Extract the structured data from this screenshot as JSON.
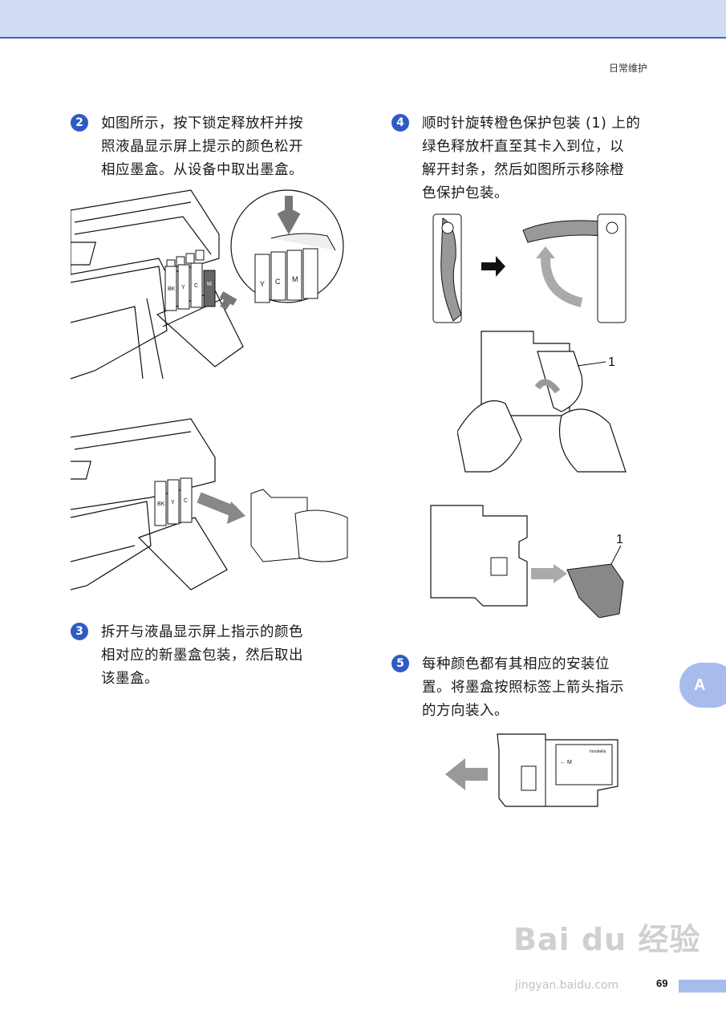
{
  "header": {
    "section_title": "日常维护"
  },
  "steps": [
    {
      "number": "2",
      "lines": [
        "如图所示，按下锁定释放杆并按",
        "照液晶显示屏上提示的颜色松开",
        "相应墨盒。从设备中取出墨盒。"
      ]
    },
    {
      "number": "3",
      "lines": [
        "拆开与液晶显示屏上指示的颜色",
        "相对应的新墨盒包装，然后取出",
        "该墨盒。"
      ]
    },
    {
      "number": "4",
      "lines": [
        "顺时针旋转橙色保护包装 (1) 上的",
        "绿色释放杆直至其卡入到位，以",
        "解开封条，然后如图所示移除橙",
        "色保护包装。"
      ]
    },
    {
      "number": "5",
      "lines": [
        "每种颜色都有其相应的安装位",
        "置。将墨盒按照标签上箭头指示",
        "的方向装入。"
      ]
    }
  ],
  "figures": {
    "printer_release": {
      "cartridge_letters": [
        "BK",
        "Y",
        "C",
        "M"
      ]
    },
    "printer_remove": {
      "cartridge_letters": [
        "BK",
        "Y",
        "C"
      ]
    },
    "callout_1": "1",
    "callout_2": "1",
    "label_text": "← M",
    "label_brand": "Innobella"
  },
  "side_tab": "A",
  "footer": {
    "page_number": "69"
  },
  "watermark": {
    "logo": "Bai du 经验",
    "url": "jingyan.baidu.com"
  }
}
